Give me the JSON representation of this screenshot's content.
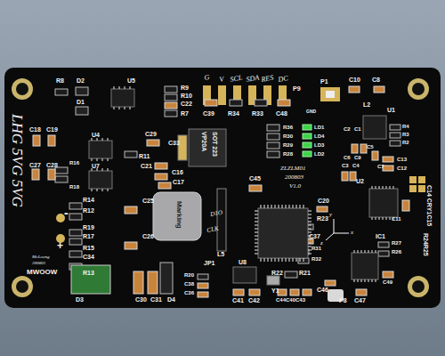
{
  "diagram": {
    "labels": [
      "R8",
      "D2",
      "D1",
      "U5",
      "R9",
      "R10",
      "C22",
      "R7",
      "G",
      "V",
      "SCL",
      "SDA",
      "RES",
      "DC",
      "P9",
      "C39",
      "R34",
      "R33",
      "C48",
      "GND",
      "P1",
      "C10",
      "C8",
      "L2",
      "R36",
      "R30",
      "R29",
      "R28",
      "LD1",
      "LD4",
      "LD3",
      "LD2",
      "U1",
      "R4",
      "R3",
      "R2",
      "C2",
      "C1",
      "C6",
      "C9",
      "C5",
      "C13",
      "C12",
      "C7",
      "C11",
      "C14 CRY1C15",
      "C18",
      "C19",
      "U4",
      "C29",
      "R11",
      "C21",
      "C33",
      "C16",
      "C17",
      "SOT 223",
      "VP20A",
      "C27",
      "C28",
      "U7",
      "R16",
      "R18",
      "LHG 5VG 5VG",
      "C45",
      "ZLZLM01",
      "200803",
      "V1.0",
      "U2",
      "C20",
      "R23",
      "Marking",
      "R14",
      "R12",
      "C25",
      "R19",
      "R17",
      "C26",
      "R15",
      "C34",
      "R13",
      "-",
      "+",
      "Mr.Loong",
      "200803",
      "MWOOW",
      "D3",
      "C30",
      "C31",
      "D4",
      "D1O",
      "CLK",
      "L5",
      "JP1",
      "R20",
      "C38",
      "C36",
      "U8",
      "R22",
      "R21",
      "Y1",
      "C41",
      "C42",
      "C44C40C43",
      "C37",
      "R31",
      "R32",
      "C46",
      "P8",
      "C47",
      "IC1",
      "R27",
      "R26",
      "R24R25",
      "C49",
      "C3",
      "C4",
      "x",
      "y",
      "z"
    ]
  }
}
